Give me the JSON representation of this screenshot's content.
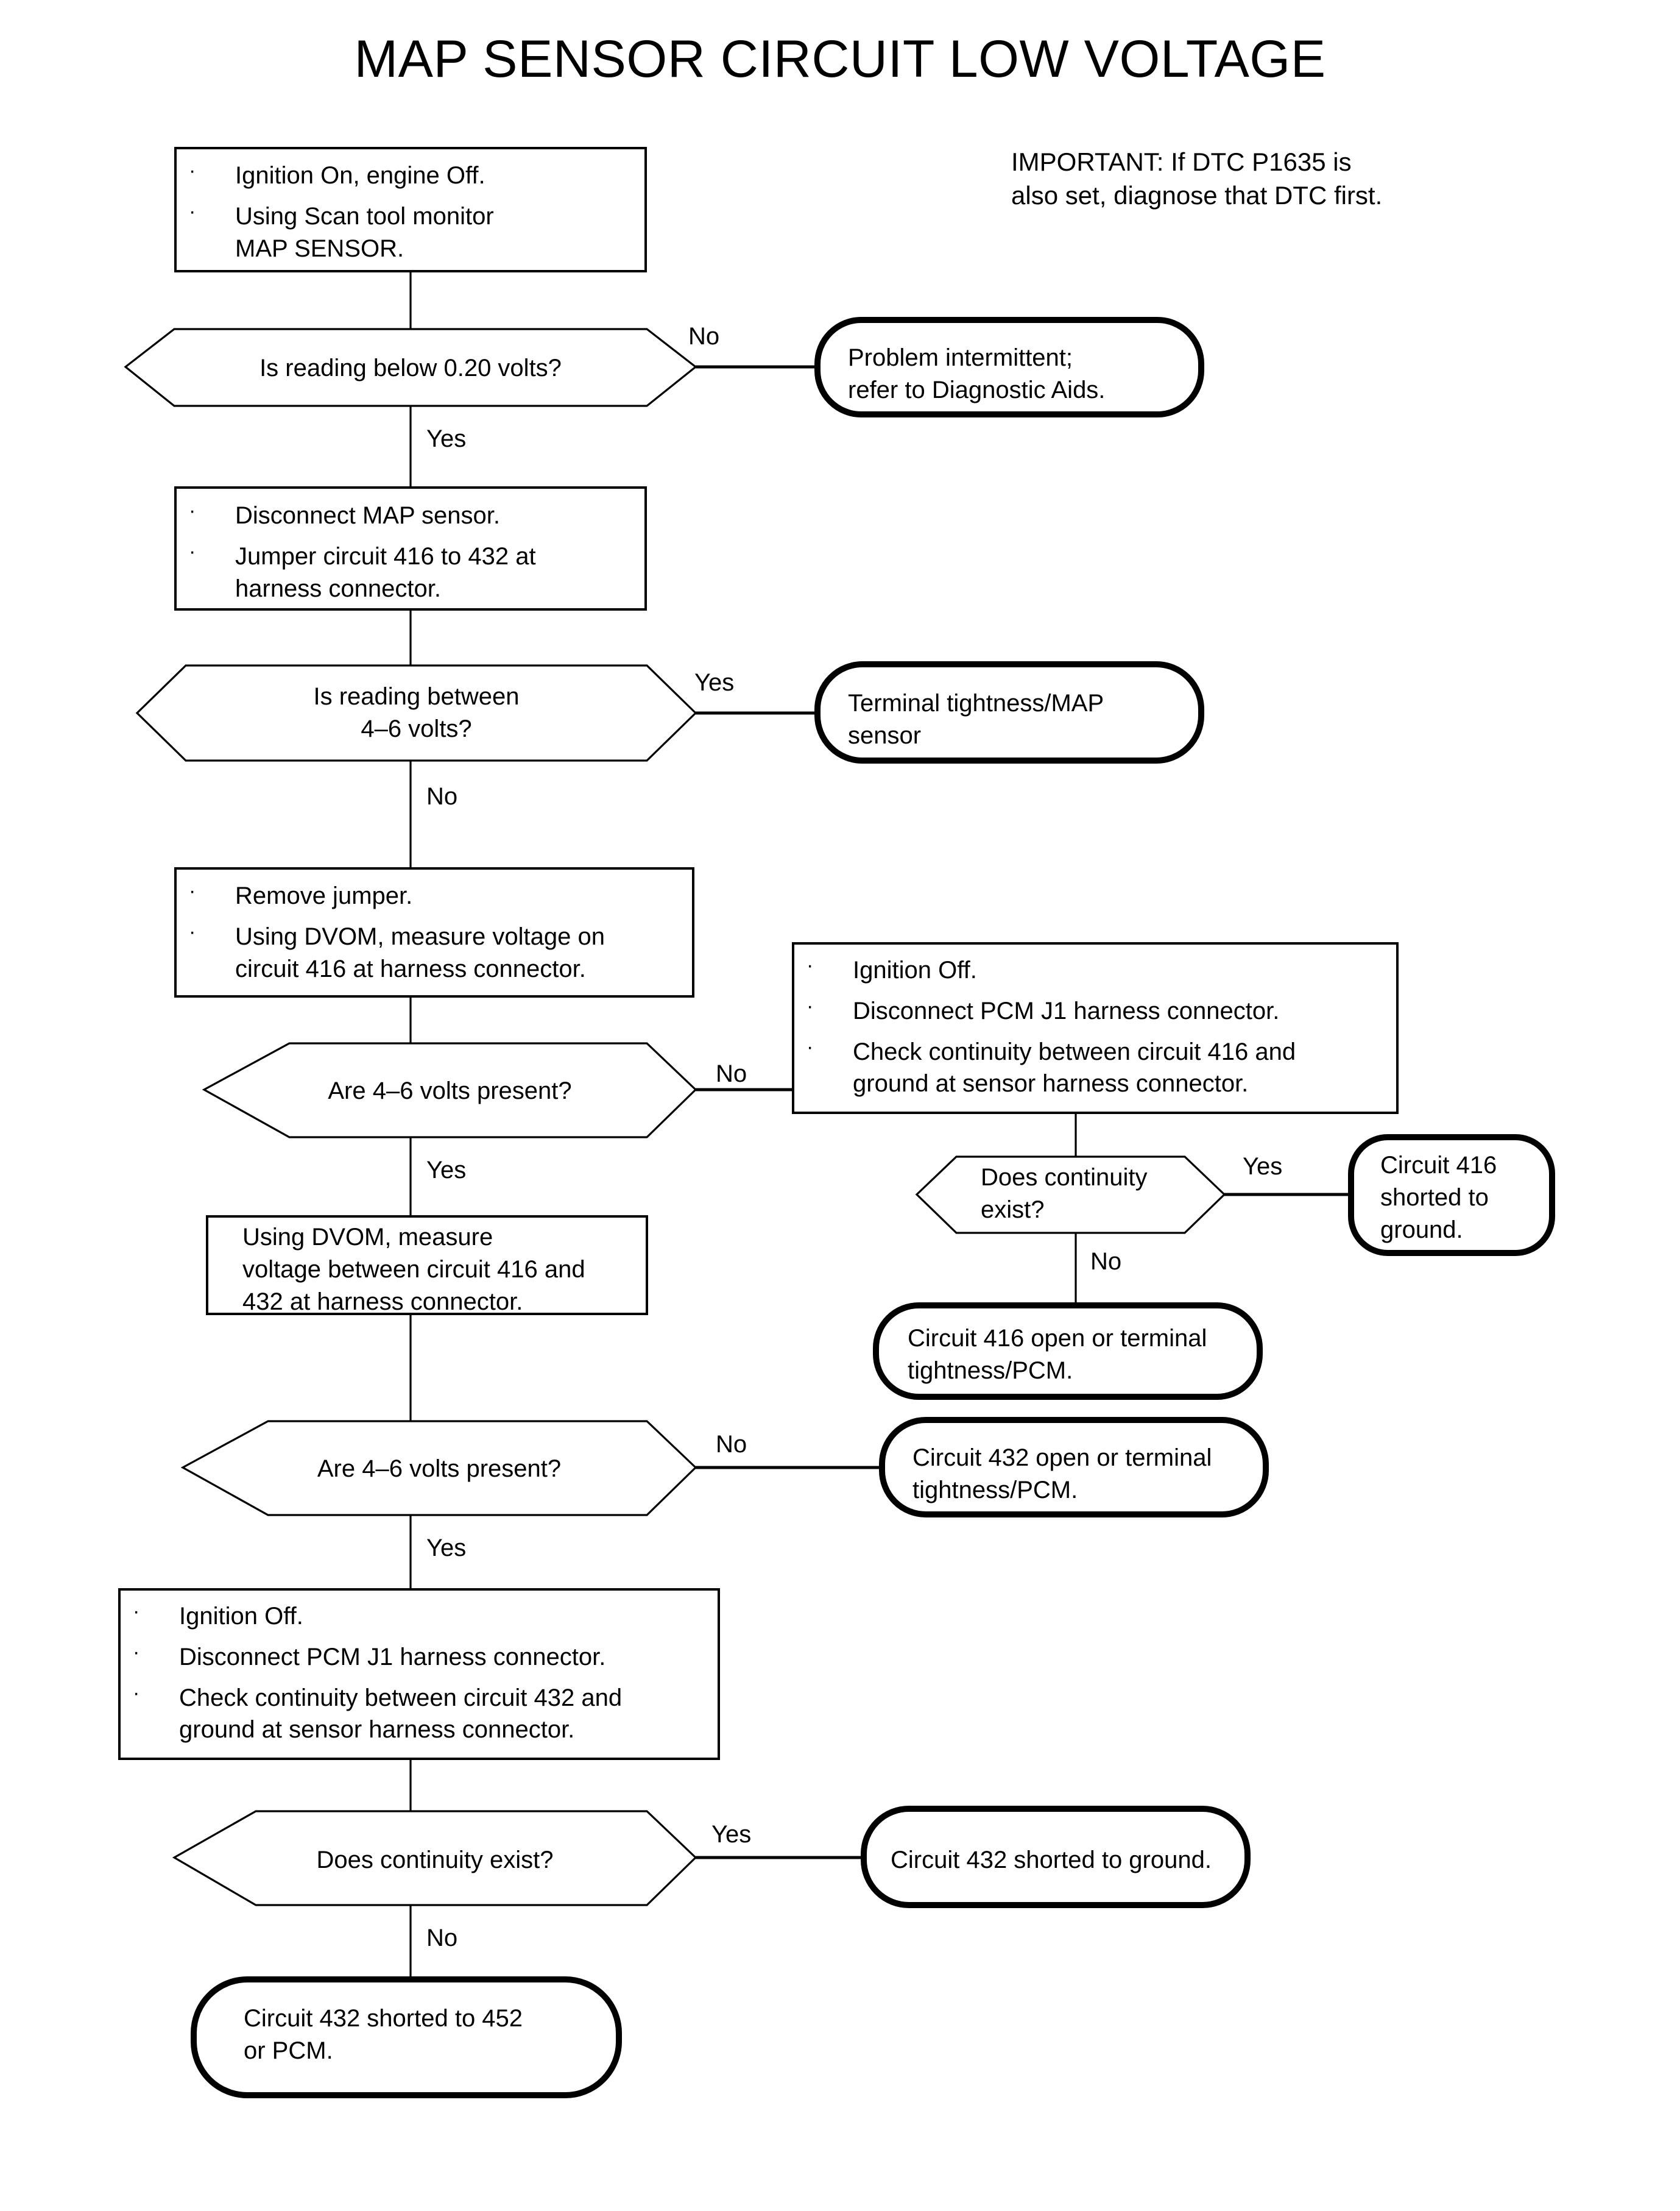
{
  "page": {
    "title": "MAP SENSOR CIRCUIT LOW VOLTAGE",
    "important_note": "IMPORTANT:   If DTC P1635 is\nalso set, diagnose that DTC first."
  },
  "chart_data": {
    "type": "diagram",
    "diagram_kind": "flowchart",
    "title": "MAP SENSOR CIRCUIT LOW VOLTAGE",
    "nodes": [
      {
        "id": "n1",
        "shape": "process",
        "text": "Ignition On, engine Off.|Using Scan tool monitor MAP SENSOR."
      },
      {
        "id": "d1",
        "shape": "decision",
        "text": "Is reading below 0.20 volts?"
      },
      {
        "id": "t1",
        "shape": "terminal",
        "text": "Problem intermittent; refer to Diagnostic Aids."
      },
      {
        "id": "n2",
        "shape": "process",
        "text": "Disconnect MAP sensor.|Jumper circuit 416 to 432 at harness connector."
      },
      {
        "id": "d2",
        "shape": "decision",
        "text": "Is reading between 4–6 volts?"
      },
      {
        "id": "t2",
        "shape": "terminal",
        "text": "Terminal tightness/MAP sensor"
      },
      {
        "id": "n3",
        "shape": "process",
        "text": "Remove jumper.|Using DVOM, measure voltage on circuit 416 at harness connector."
      },
      {
        "id": "d3",
        "shape": "decision",
        "text": "Are 4–6 volts present?"
      },
      {
        "id": "n4",
        "shape": "process",
        "text": "Ignition Off.|Disconnect PCM J1 harness connector.|Check continuity between circuit 416 and ground at sensor harness connector."
      },
      {
        "id": "d4",
        "shape": "decision",
        "text": "Does continuity exist?"
      },
      {
        "id": "t3",
        "shape": "terminal",
        "text": "Circuit 416 shorted to ground."
      },
      {
        "id": "t4",
        "shape": "terminal",
        "text": "Circuit 416 open or terminal tightness/PCM."
      },
      {
        "id": "n5",
        "shape": "process",
        "text": "Using DVOM, measure voltage between circuit 416 and 432 at harness connector."
      },
      {
        "id": "d5",
        "shape": "decision",
        "text": "Are 4–6 volts present?"
      },
      {
        "id": "t5",
        "shape": "terminal",
        "text": "Circuit 432 open or terminal tightness/PCM."
      },
      {
        "id": "n6",
        "shape": "process",
        "text": "Ignition Off.|Disconnect PCM J1 harness connector.|Check continuity between circuit 432 and ground at sensor harness connector."
      },
      {
        "id": "d6",
        "shape": "decision",
        "text": "Does continuity exist?"
      },
      {
        "id": "t6",
        "shape": "terminal",
        "text": "Circuit 432 shorted to ground."
      },
      {
        "id": "t7",
        "shape": "terminal",
        "text": "Circuit 432 shorted to 452 or PCM."
      }
    ],
    "edges": [
      {
        "from": "n1",
        "to": "d1",
        "label": ""
      },
      {
        "from": "d1",
        "to": "t1",
        "label": "No"
      },
      {
        "from": "d1",
        "to": "n2",
        "label": "Yes"
      },
      {
        "from": "n2",
        "to": "d2",
        "label": ""
      },
      {
        "from": "d2",
        "to": "t2",
        "label": "Yes"
      },
      {
        "from": "d2",
        "to": "n3",
        "label": "No"
      },
      {
        "from": "n3",
        "to": "d3",
        "label": ""
      },
      {
        "from": "d3",
        "to": "n4",
        "label": "No"
      },
      {
        "from": "d3",
        "to": "n5",
        "label": "Yes"
      },
      {
        "from": "n4",
        "to": "d4",
        "label": ""
      },
      {
        "from": "d4",
        "to": "t3",
        "label": "Yes"
      },
      {
        "from": "d4",
        "to": "t4",
        "label": "No"
      },
      {
        "from": "n5",
        "to": "d5",
        "label": ""
      },
      {
        "from": "d5",
        "to": "t5",
        "label": "No"
      },
      {
        "from": "d5",
        "to": "n6",
        "label": "Yes"
      },
      {
        "from": "n6",
        "to": "d6",
        "label": ""
      },
      {
        "from": "d6",
        "to": "t6",
        "label": "Yes"
      },
      {
        "from": "d6",
        "to": "t7",
        "label": "No"
      }
    ]
  },
  "nodes": {
    "step_ignition_on": {
      "bullets": [
        "Ignition On, engine Off.",
        "Using Scan tool monitor\nMAP SENSOR."
      ]
    },
    "decision_reading_below": {
      "text": "Is reading below 0.20 volts?"
    },
    "terminal_problem_intermittent": {
      "text": "Problem intermittent;\nrefer to Diagnostic Aids."
    },
    "step_disconnect_map": {
      "bullets": [
        "Disconnect MAP sensor.",
        "Jumper circuit 416 to 432 at\nharness connector."
      ]
    },
    "decision_reading_between": {
      "text": "Is reading between\n4–6 volts?"
    },
    "terminal_terminal_tightness_map": {
      "text": "Terminal tightness/MAP\nsensor"
    },
    "step_remove_jumper": {
      "bullets": [
        "Remove jumper.",
        "Using DVOM, measure voltage on\ncircuit 416 at harness connector."
      ]
    },
    "decision_volts_present_416": {
      "text": "Are 4–6 volts present?"
    },
    "step_check_continuity_416": {
      "bullets": [
        "Ignition Off.",
        "Disconnect PCM J1 harness connector.",
        "Check continuity between circuit 416 and\nground at sensor harness connector."
      ]
    },
    "decision_continuity_416": {
      "text": "Does continuity\nexist?"
    },
    "terminal_416_shorted_ground": {
      "text": "Circuit 416\nshorted to\nground."
    },
    "terminal_416_open": {
      "text": "Circuit 416 open or terminal\ntightness/PCM."
    },
    "step_measure_between_416_432": {
      "text": "Using DVOM, measure\nvoltage between circuit 416 and\n432 at harness connector."
    },
    "decision_volts_present_432": {
      "text": "Are 4–6 volts present?"
    },
    "terminal_432_open": {
      "text": "Circuit 432 open or terminal\ntightness/PCM."
    },
    "step_check_continuity_432": {
      "bullets": [
        "Ignition Off.",
        "Disconnect PCM J1 harness connector.",
        "Check continuity between circuit 432 and\nground at sensor harness connector."
      ]
    },
    "decision_continuity_432": {
      "text": "Does continuity exist?"
    },
    "terminal_432_shorted_ground": {
      "text": "Circuit 432 shorted to ground."
    },
    "terminal_432_shorted_452": {
      "text": "Circuit 432 shorted to 452\nor PCM."
    }
  },
  "branch_labels": {
    "d1_no": "No",
    "d1_yes": "Yes",
    "d2_yes": "Yes",
    "d2_no": "No",
    "d3_no": "No",
    "d3_yes": "Yes",
    "d4_yes": "Yes",
    "d4_no": "No",
    "d5_no": "No",
    "d5_yes": "Yes",
    "d6_yes": "Yes",
    "d6_no": "No"
  },
  "colors": {
    "ink": "#000000",
    "paper": "#ffffff"
  }
}
